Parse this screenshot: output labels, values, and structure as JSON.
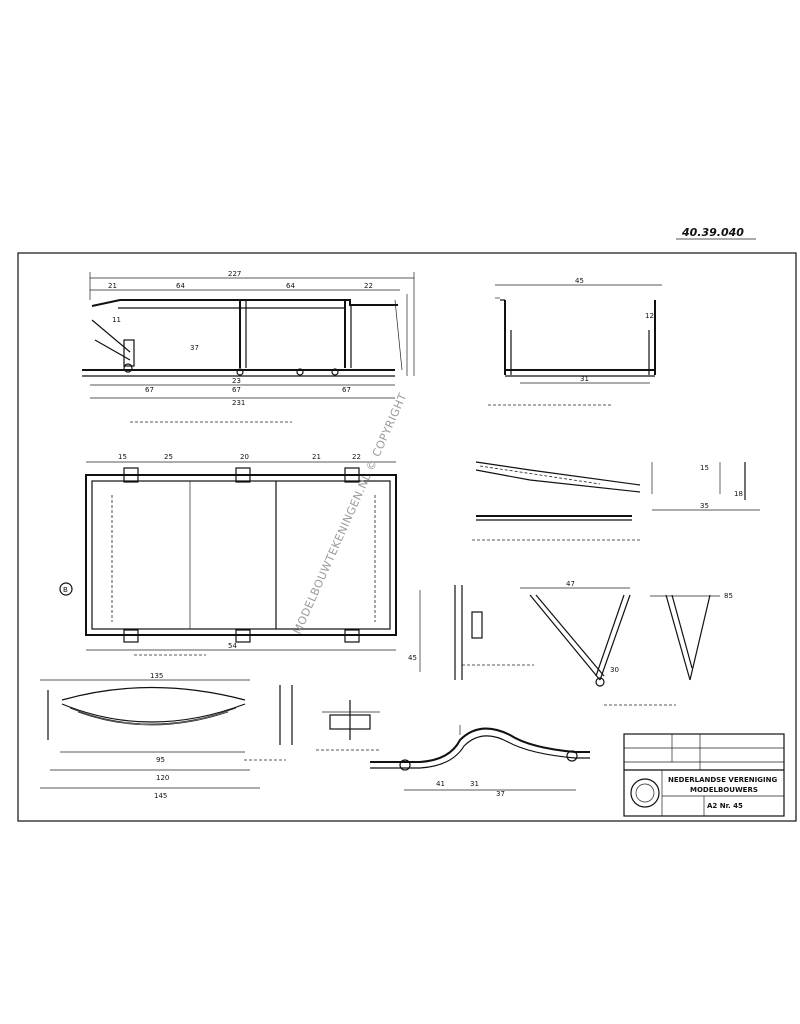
{
  "sheet": {
    "drawing_number": "40.39.040",
    "watermark": "MODELBOUWTEKENINGEN.NL © COPYRIGHT"
  },
  "dims": {
    "top_total": "227",
    "top_d1": "21",
    "top_d2": "64",
    "top_d3": "64",
    "top_d4": "22",
    "bot_total": "231",
    "bot_d1": "67",
    "bot_d2": "67",
    "bot_d3": "67",
    "mid": "23",
    "short1": "37",
    "vert1": "11",
    "right_top": "45",
    "right_small": "12",
    "right_bottom": "31",
    "plan_a": "15",
    "plan_b": "25",
    "plan_c": "20",
    "plan_d": "21",
    "plan_e": "22",
    "plan_bottom": "54",
    "side_a": "15",
    "side_b": "18",
    "side_c": "35",
    "stut_a": "47",
    "stut_b": "30",
    "stut_c": "85",
    "stut_d": "45",
    "spring_a": "135",
    "spring_b": "95",
    "spring_c": "120",
    "spring_d": "145",
    "bar_a": "41",
    "bar_b": "31",
    "bar_c": "37"
  },
  "title_block": {
    "org_line1": "NEDERLANDSE VERENIGING",
    "org_line2": "MODELBOUWERS",
    "sheet_ref": "A2 Nr. 45"
  },
  "circle_mark": "B"
}
